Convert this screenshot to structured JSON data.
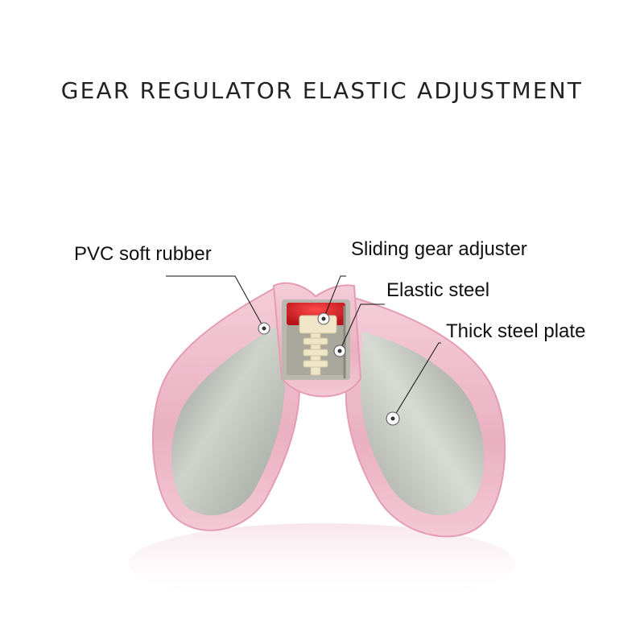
{
  "headline": "GEAR REGULATOR ELASTIC ADJUSTMENT",
  "callouts": {
    "pvc_soft_rubber": "PVC soft rubber",
    "sliding_gear_adjuster": "Sliding gear adjuster",
    "elastic_steel": "Elastic steel",
    "thick_steel_plate": "Thick steel plate"
  },
  "colors": {
    "frame_pink": "#eeb7c8",
    "steel_plate": "#b4b8b2",
    "gear_red": "#d9252c",
    "gear_cream": "#efe6c8"
  }
}
